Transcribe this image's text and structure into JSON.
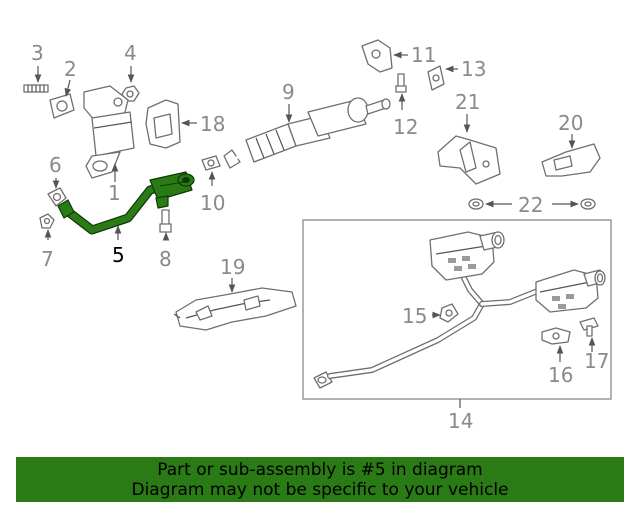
{
  "diagram": {
    "callouts": {
      "c1": "1",
      "c2": "2",
      "c3": "3",
      "c4": "4",
      "c5": "5",
      "c6": "6",
      "c7": "7",
      "c8": "8",
      "c9": "9",
      "c10": "10",
      "c11": "11",
      "c12": "12",
      "c13": "13",
      "c14": "14",
      "c15": "15",
      "c16": "16",
      "c17": "17",
      "c18": "18",
      "c19": "19",
      "c20": "20",
      "c21": "21",
      "c22": "22"
    },
    "highlighted_part": "5",
    "colors": {
      "highlight": "#2a7a16",
      "line": "#6f6f6f",
      "callout_text": "#8a8a8a",
      "banner": "#2a7a16"
    }
  },
  "banner": {
    "line1": "Part or sub-assembly is #5 in diagram",
    "line2": "Diagram may not be specific to your vehicle"
  }
}
